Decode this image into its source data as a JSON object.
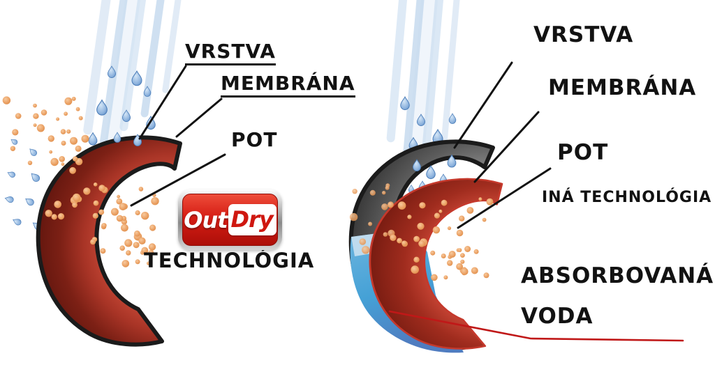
{
  "diagram": {
    "left": {
      "vrstva": "VRSTVA",
      "membrana": "MEMBRÁNA",
      "pot": "POT",
      "technologia": "TECHNOLÓGIA",
      "logo_out": "Out",
      "logo_dry": "Dry"
    },
    "right": {
      "vrstva": "VRSTVA",
      "membrana": "MEMBRÁNA",
      "pot": "POT",
      "ina_technologia": "INÁ TECHNOLÓGIA",
      "absorbovana": "ABSORBOVANÁ",
      "voda": "VODA"
    }
  },
  "colors": {
    "membrane_red": "#c5392c",
    "membrane_dark": "#6b1a12",
    "outline_black": "#1b1b1b",
    "outer_layer_gray": "#4b4b4b",
    "water_blue": "#45a1d6",
    "water_surface_light": "#c3ddee",
    "sweat_orange": "#e8a061",
    "rain_stream_blue": "#c3d8ee",
    "raindrop_blue": "#7aa8d8",
    "label_text": "#121212",
    "water_pointer_red": "#c01818",
    "logo_red": "#cf1710"
  }
}
